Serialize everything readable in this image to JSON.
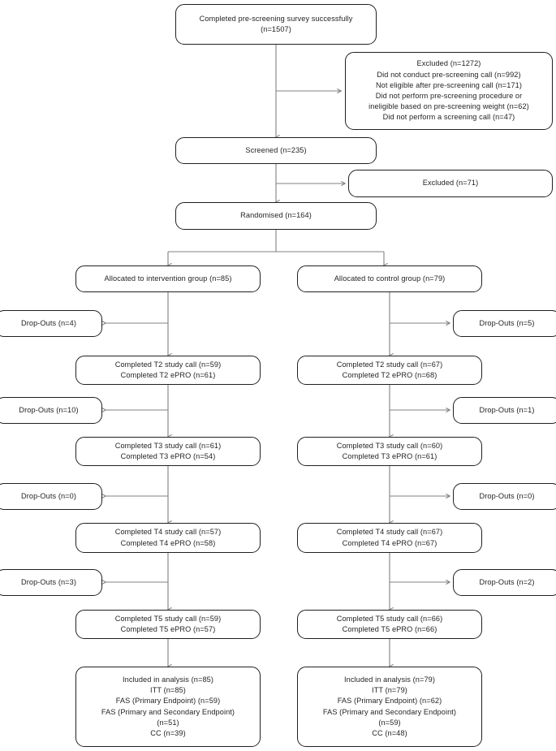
{
  "diagram": {
    "type": "consort-flow-diagram",
    "title": "",
    "colors": {
      "text": "#231f20",
      "box_border": "#231f20",
      "connector": "#808285",
      "background": "#ffffff"
    },
    "nodes": {
      "prescreening": {
        "lines": [
          "Completed pre-screening survey successfully",
          "(n=1507)"
        ]
      },
      "excluded_prescreening": {
        "lines": [
          "Excluded (n=1272)",
          "Did not conduct pre-screening call (n=992)",
          "Not eligible after pre-screening call (n=171)",
          "Did not perform pre-screening procedure or",
          "ineligible based on pre-screening weight (n=62)",
          "Did not perform a screening call (n=47)"
        ]
      },
      "screened": {
        "lines": [
          "Screened (n=235)"
        ]
      },
      "excluded_screening": {
        "lines": [
          "Excluded (n=71)"
        ]
      },
      "randomised": {
        "lines": [
          "Randomised (n=164)"
        ]
      },
      "allocated_intervention": {
        "lines": [
          "Allocated to intervention group (n=85)"
        ]
      },
      "allocated_control": {
        "lines": [
          "Allocated to control group (n=79)"
        ]
      },
      "dropouts_t2_left": {
        "lines": [
          "Drop-Outs (n=4)"
        ]
      },
      "dropouts_t2_right": {
        "lines": [
          "Drop-Outs (n=5)"
        ]
      },
      "t2_left": {
        "lines": [
          "Completed T2 study call (n=59)",
          "Completed T2 ePRO (n=61)"
        ]
      },
      "t2_right": {
        "lines": [
          "Completed T2 study call (n=67)",
          "Completed T2 ePRO (n=68)"
        ]
      },
      "dropouts_t3_left": {
        "lines": [
          "Drop-Outs (n=10)"
        ]
      },
      "dropouts_t3_right": {
        "lines": [
          "Drop-Outs (n=1)"
        ]
      },
      "t3_left": {
        "lines": [
          "Completed T3 study call (n=61)",
          "Completed T3 ePRO (n=54)"
        ]
      },
      "t3_right": {
        "lines": [
          "Completed T3 study call (n=60)",
          "Completed T3 ePRO (n=61)"
        ]
      },
      "dropouts_t4_left": {
        "lines": [
          "Drop-Outs (n=0)"
        ]
      },
      "dropouts_t4_right": {
        "lines": [
          "Drop-Outs (n=0)"
        ]
      },
      "t4_left": {
        "lines": [
          "Completed T4 study call (n=57)",
          "Completed T4 ePRO (n=58)"
        ]
      },
      "t4_right": {
        "lines": [
          "Completed T4 study call (n=67)",
          "Completed T4 ePRO (n=67)"
        ]
      },
      "dropouts_t5_left": {
        "lines": [
          "Drop-Outs (n=3)"
        ]
      },
      "dropouts_t5_right": {
        "lines": [
          "Drop-Outs (n=2)"
        ]
      },
      "t5_left": {
        "lines": [
          "Completed T5 study call (n=59)",
          "Completed T5 ePRO (n=57)"
        ]
      },
      "t5_right": {
        "lines": [
          "Completed T5 study call (n=66)",
          "Completed T5 ePRO (n=66)"
        ]
      },
      "analysis_left": {
        "lines": [
          "Included in analysis (n=85)",
          "ITT (n=85)",
          "FAS (Primary Endpoint) (n=59)",
          "FAS (Primary and Secondary Endpoint)",
          "(n=51)",
          "CC (n=39)"
        ]
      },
      "analysis_right": {
        "lines": [
          "Included in analysis (n=79)",
          "ITT (n=79)",
          "FAS (Primary Endpoint) (n=62)",
          "FAS (Primary and Secondary Endpoint)",
          "(n=59)",
          "CC (n=48)"
        ]
      }
    }
  }
}
